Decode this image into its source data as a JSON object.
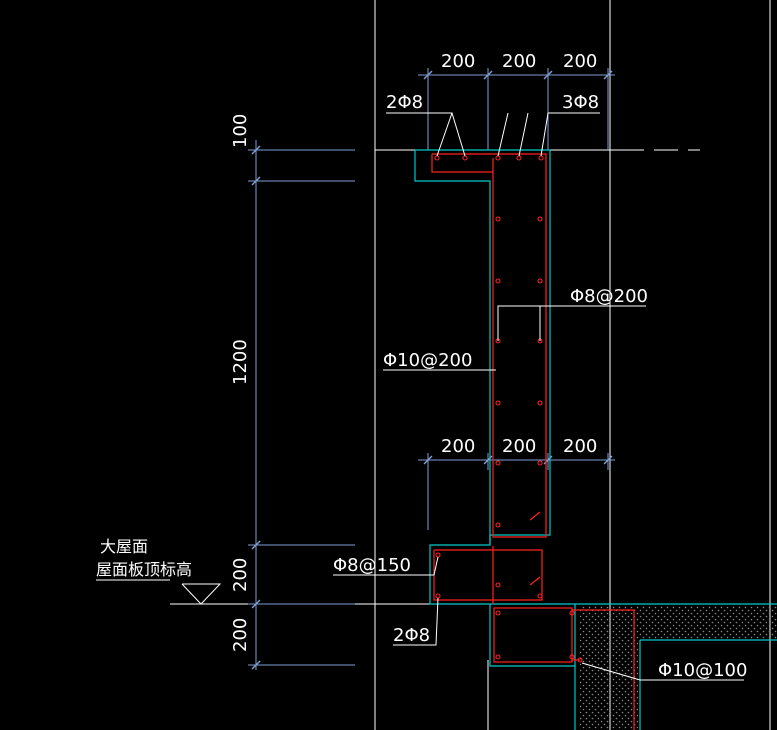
{
  "colors": {
    "background": "#000000",
    "grid_lines": "#ffffff",
    "dimension_lines": "#7f9fd4",
    "concrete_outline": "#00c8c8",
    "rebar": "#ff2020",
    "text": "#ffffff",
    "hatch": "#8a8a8a"
  },
  "dimensions": {
    "top_widths": [
      "200",
      "200",
      "200"
    ],
    "mid_widths": [
      "200",
      "200",
      "200"
    ],
    "vertical": [
      "100",
      "1200",
      "200",
      "200"
    ]
  },
  "rebar_labels": {
    "top_left": "2Φ8",
    "top_right": "3Φ8",
    "stirrup_right": "Φ8@200",
    "stirrup_left": "Φ10@200",
    "bottom_stirrup": "Φ8@150",
    "bottom_bars": "2Φ8",
    "slab": "Φ10@100"
  },
  "elevation": {
    "line1": "大屋面",
    "line2": "屋面板顶标高"
  }
}
